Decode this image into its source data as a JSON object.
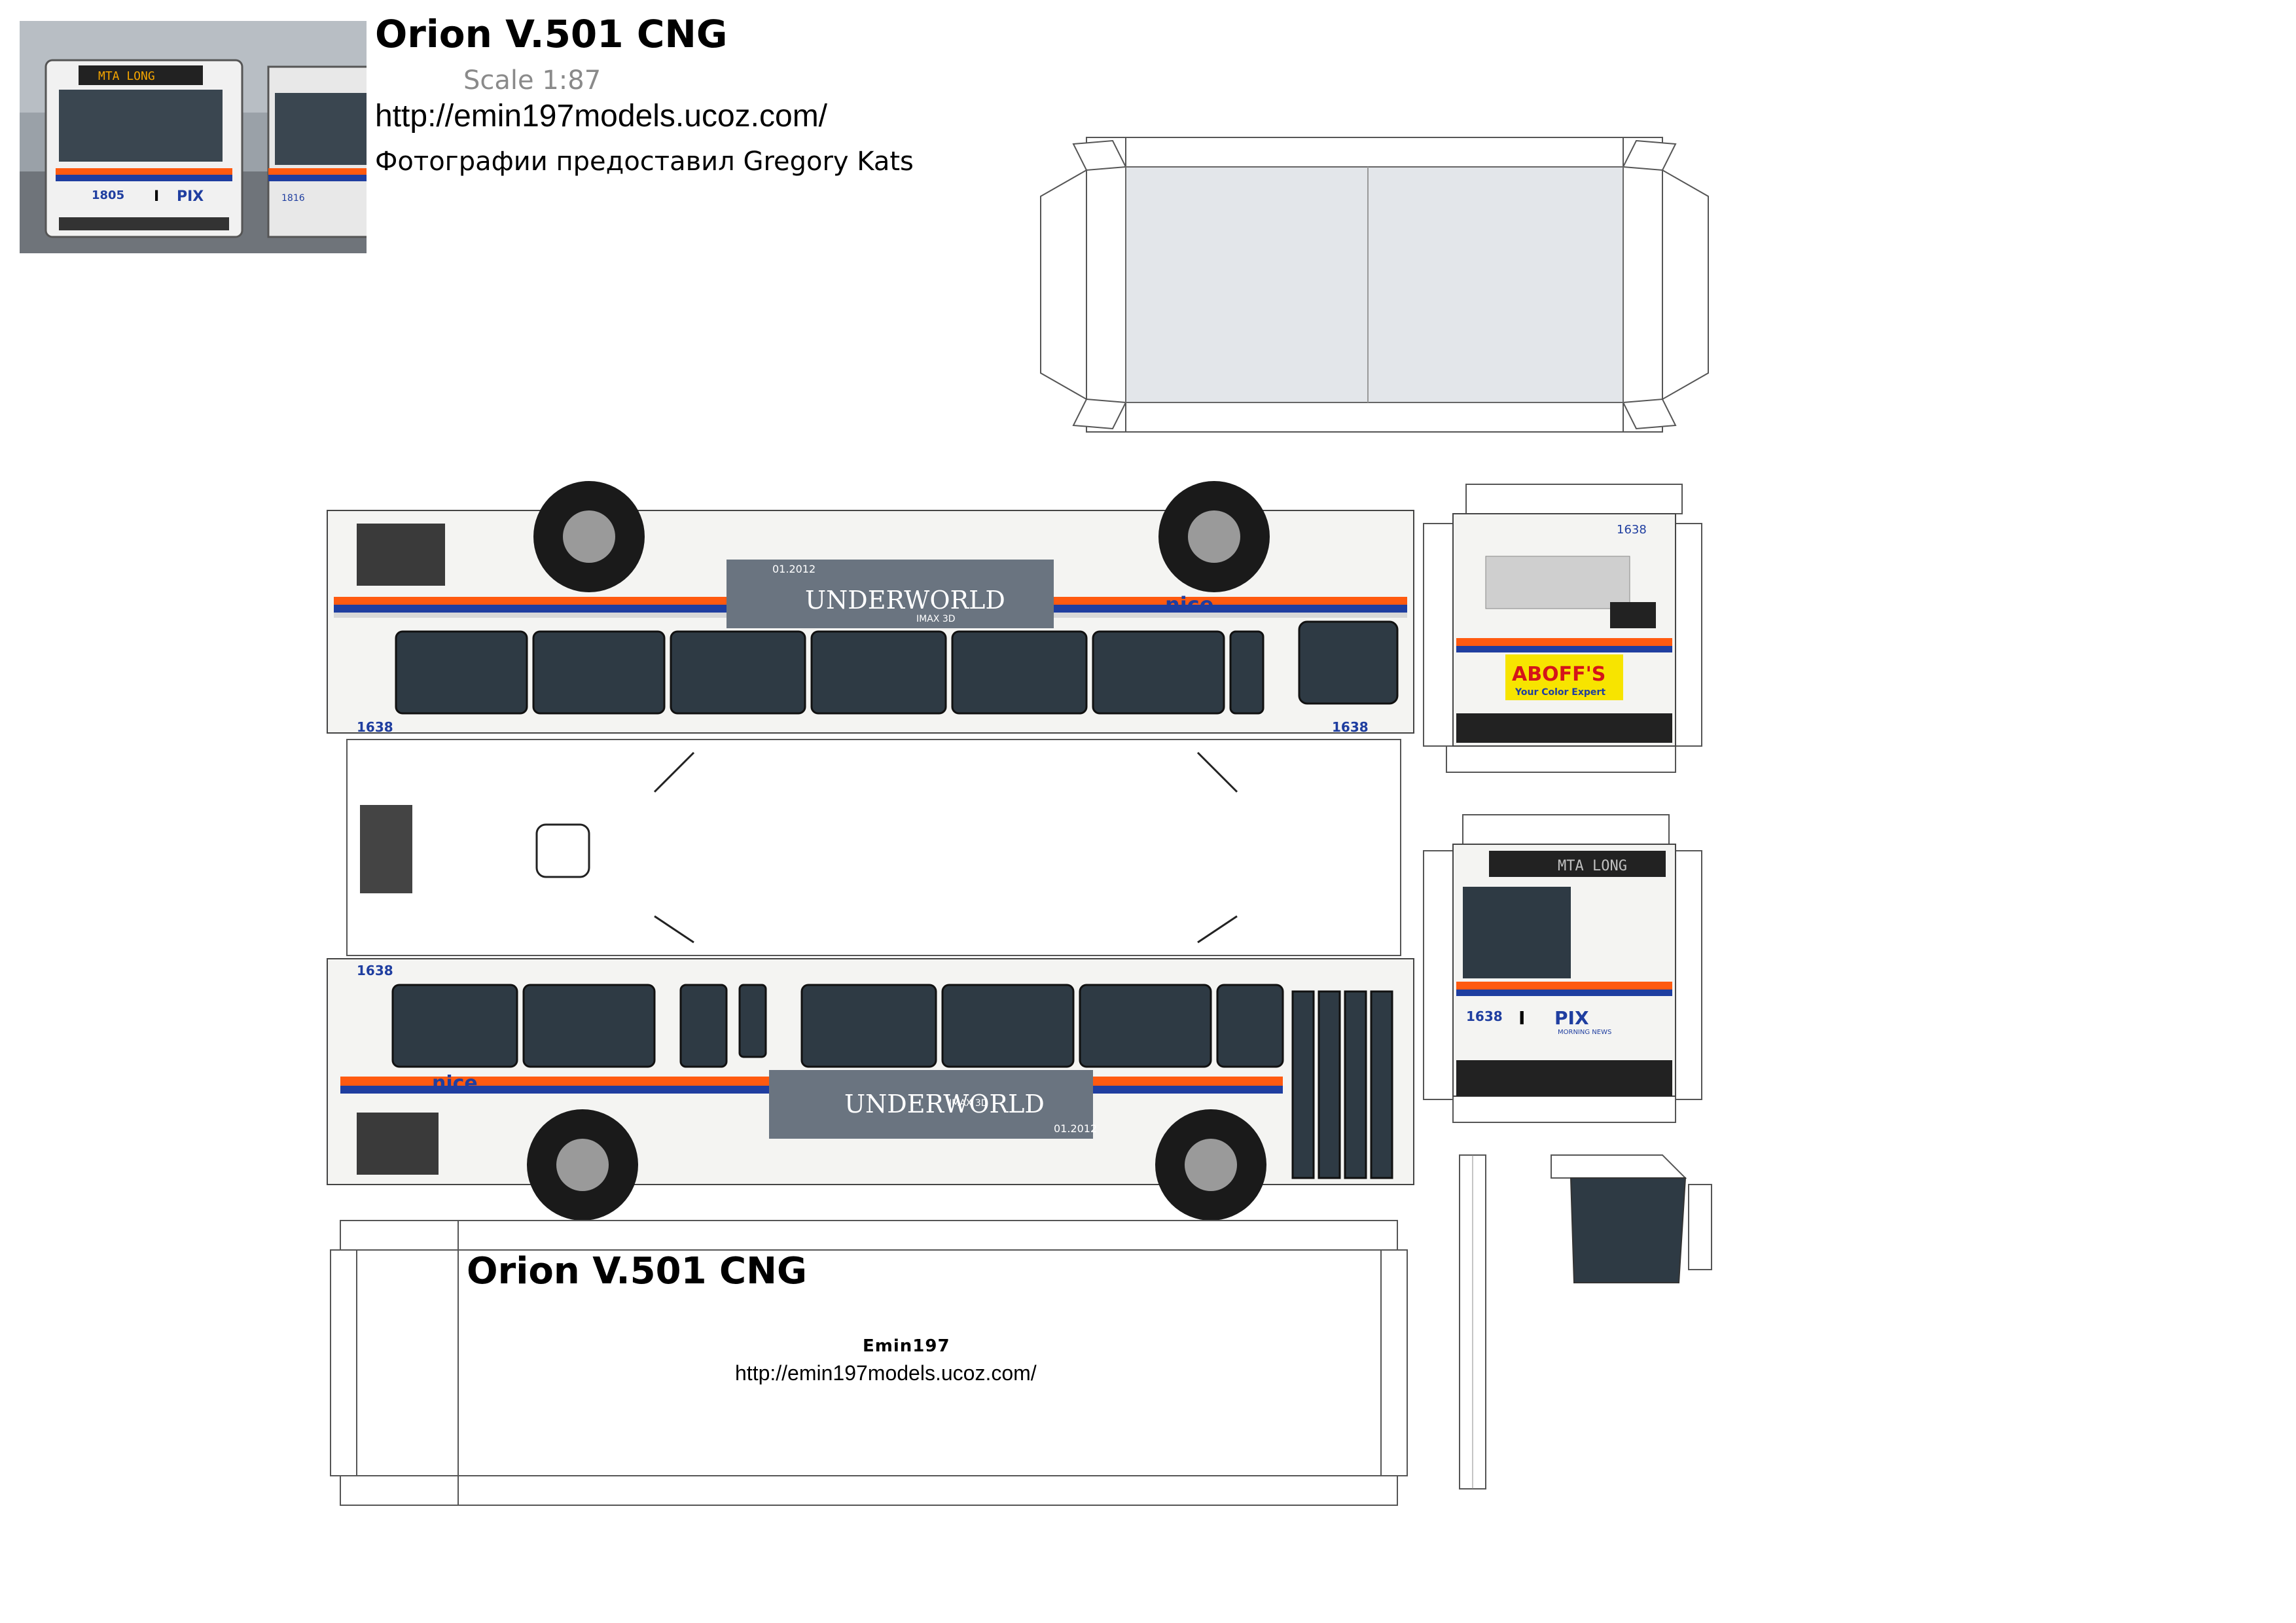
{
  "header": {
    "model_title": "Orion V.501 CNG",
    "scale": "Scale 1:87",
    "website": "http://emin197models.ucoz.com/",
    "photo_credit": "Фотографии предоставил Gregory Kats"
  },
  "photo": {
    "fleet_number": "1805",
    "fleet_number_right": "1816",
    "ad_text": "PIX",
    "ad_prefix": "I",
    "destination": "MTA LONG"
  },
  "side_panel_upper": {
    "fleet_number_left": "1638",
    "fleet_number_right": "1638",
    "brand": "nice",
    "ad_title": "UNDERWORLD",
    "ad_date": "01.2012",
    "ad_imax": "IMAX 3D"
  },
  "side_panel_lower": {
    "fleet_number": "1638",
    "brand": "nice",
    "ad_title": "UNDERWORLD",
    "ad_date": "01.2012",
    "ad_imax": "IMAX 3D"
  },
  "rear_panel": {
    "fleet_number": "1638",
    "ad_title": "ABOFF'S",
    "ad_subtitle": "Your Color Expert"
  },
  "front_panel": {
    "destination": "MTA LONG",
    "fleet_number": "1638",
    "ad_text": "PIX",
    "ad_prefix": "I",
    "ad_sub": "MORNING NEWS"
  },
  "base_panel": {
    "title": "Orion V.501 CNG",
    "author": "Emin197",
    "website": "http://emin197models.ucoz.com/"
  },
  "colors": {
    "orange_stripe": "#ff5a10",
    "blue_stripe": "#1f3ea0",
    "window_glass": "#27323c",
    "bus_white": "#f4f4f2"
  }
}
